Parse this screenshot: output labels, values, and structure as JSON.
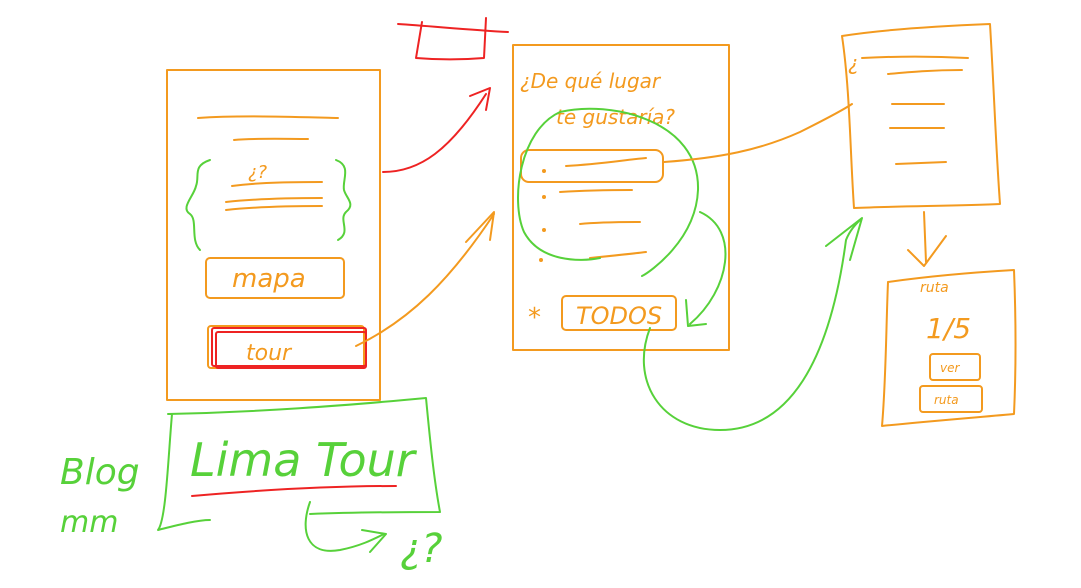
{
  "colors": {
    "orange": "#f39a1f",
    "green": "#57d13a",
    "red": "#ee2323",
    "background": "#ffffff"
  },
  "screen1": {
    "question_mark": "¿?",
    "map_button": "mapa",
    "tour_button": "tour"
  },
  "screen2": {
    "question_line1": "¿De qué lugar",
    "question_line2": "te gustaría?",
    "all_button": "TODOS",
    "star": "*"
  },
  "screen3": {
    "question_mark": "¿"
  },
  "screen4": {
    "title": "ruta",
    "rating": "1/5",
    "button1": "ver",
    "button2": "ruta"
  },
  "blog": {
    "label": "Blog",
    "scribble": "mm"
  },
  "brand": {
    "name": "Lima Tour"
  },
  "annotation": {
    "question": "¿?"
  }
}
